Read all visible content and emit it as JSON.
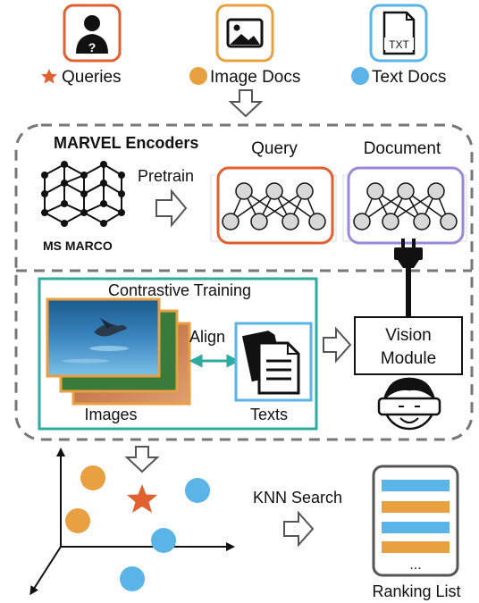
{
  "legend": {
    "queries": "Queries",
    "image_docs": "Image Docs",
    "text_docs": "Text Docs",
    "txt_icon_label": "TXT"
  },
  "encoders": {
    "title": "MARVEL Encoders",
    "query_label": "Query",
    "document_label": "Document",
    "pretrain_label": "Pretrain",
    "ms_marco_label": "MS MARCO"
  },
  "training": {
    "title": "Contrastive Training",
    "align_label": "Align",
    "images_label": "Images",
    "texts_label": "Texts"
  },
  "vision": {
    "line1": "Vision",
    "line2": "Module"
  },
  "search": {
    "knn_label": "KNN Search",
    "ranking_label": "Ranking List",
    "ellipsis": "..."
  },
  "colors": {
    "query_orange": "#e06030",
    "image_orange": "#e8a040",
    "text_blue": "#5ab4e8",
    "teal": "#2eaaa0",
    "doc_purple": "#9b88d8",
    "dashed_gray": "#777777"
  },
  "icons": {
    "query": "user-question-icon",
    "image": "image-icon",
    "text": "txt-file-icon",
    "plug": "plug-icon",
    "person": "vr-headset-person-icon"
  }
}
